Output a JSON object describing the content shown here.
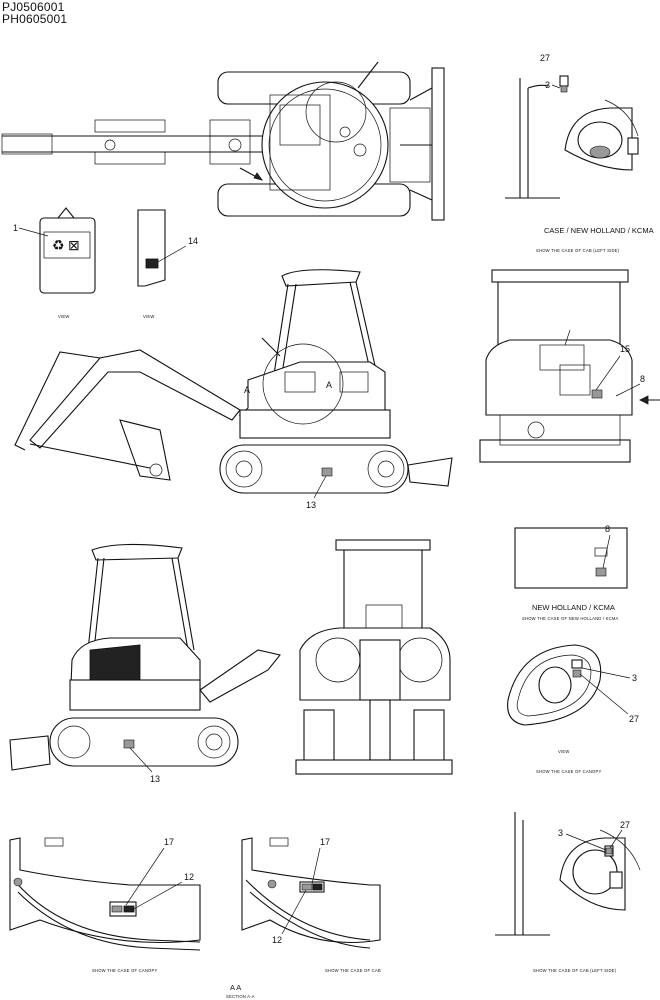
{
  "header": {
    "codes": [
      "PJ0506001",
      "PH0605001"
    ]
  },
  "captions": {
    "top_right": "CASE / NEW HOLLAND / KCMA",
    "top_right_sub": "SHOW THE CASE OF CAB (LEFT SIDE)",
    "view_1": "VIEW",
    "view_2": "VIEW",
    "nh_kcma": "NEW HOLLAND / KCMA",
    "nh_kcma_sub": "SHOW THE CASE OF NEW HOLLAND / KCMA",
    "canopy_view": "VIEW",
    "canopy_view_sub": "SHOW THE CASE OF CANOPY",
    "bottom_left": "SHOW THE CASE OF CANOPY",
    "bottom_mid": "SHOW THE CASE OF CAB",
    "bottom_right": "SHOW THE CASE OF CAB (LEFT SIDE)",
    "section": "A  A",
    "section_sub": "SECTION A-A"
  },
  "callouts": {
    "n27a": "27",
    "n3a": "3",
    "n1": "1",
    "n14": "14",
    "n15": "15",
    "n8a": "8",
    "n13a": "13",
    "n8b": "8",
    "n3b": "3",
    "n27b": "27",
    "n13b": "13",
    "n17a": "17",
    "n12a": "12",
    "n17b": "17",
    "n12b": "12",
    "n3c": "3",
    "n27c": "27",
    "markA1": "A",
    "markA2": "A"
  },
  "icons": [
    "recycle-icon",
    "no-bin-icon"
  ]
}
